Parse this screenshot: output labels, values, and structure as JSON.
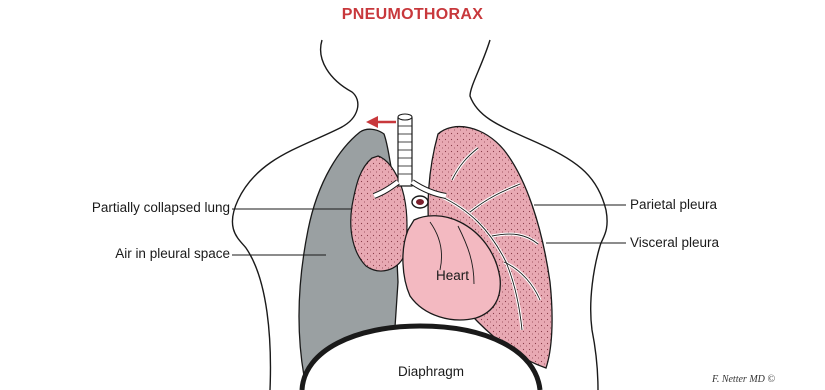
{
  "title": "PNEUMOTHORAX",
  "labels": {
    "partially_collapsed_lung": "Partially collapsed lung",
    "air_in_pleural_space": "Air in pleural space",
    "parietal_pleura": "Parietal pleura",
    "visceral_pleura": "Visceral pleura",
    "heart": "Heart",
    "diaphragm": "Diaphragm"
  },
  "signature": "F. Netter MD ©",
  "colors": {
    "title": "#c8383c",
    "lung_fill": "#e8a9b3",
    "heart_fill": "#f3b9c1",
    "air_fill": "#9aa0a2",
    "arrow": "#c8383c",
    "outline": "#1a1a1a"
  }
}
